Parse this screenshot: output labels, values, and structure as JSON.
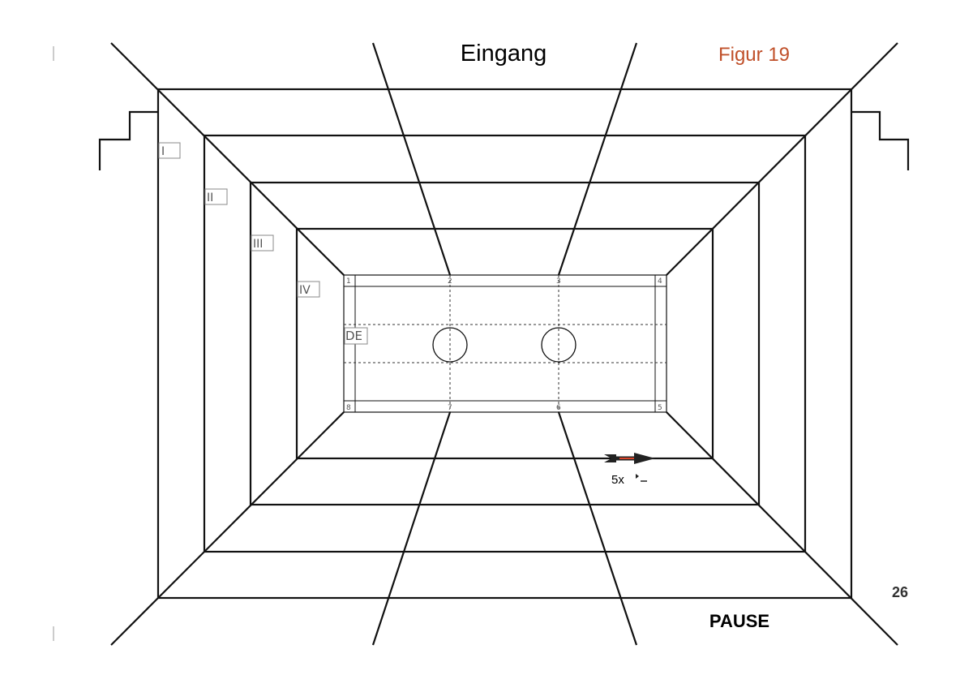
{
  "header": {
    "title": "Eingang",
    "figure": "Figur 19"
  },
  "footer": {
    "page_number": "26",
    "pause_label": "PAUSE"
  },
  "levels": [
    "I",
    "II",
    "III",
    "IV",
    "DE"
  ],
  "field_markers": [
    "1",
    "2",
    "3",
    "4",
    "5",
    "6",
    "7",
    "8"
  ],
  "arrow": {
    "label": "5x",
    "color": "#d9442a"
  },
  "colors": {
    "figure_label": "#c0502a",
    "line": "#111111"
  }
}
